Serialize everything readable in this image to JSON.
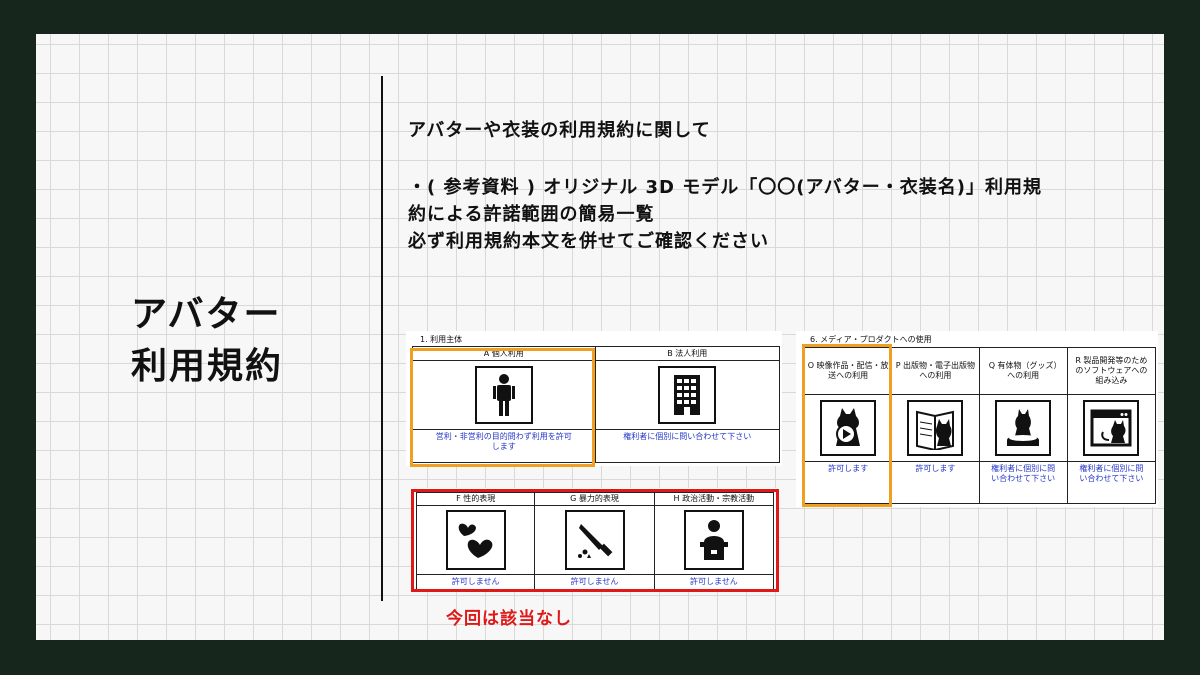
{
  "slide": {
    "side_title_line1": "アバター",
    "side_title_line2": "利用規約",
    "heading": "アバターや衣装の利用規約に関して",
    "body_line1": "・( 参考資料 ) オリジナル 3D モデル「〇〇(アバター・衣装名)」利用規",
    "body_line2": "約による許諾範囲の簡易一覧",
    "body_line3": "必ず利用規約本文を併せてご確認ください",
    "not_applicable": "今回は該当なし"
  },
  "panel1": {
    "caption": "1. 利用主体",
    "columns": [
      {
        "head": "A 個人利用",
        "icon": "person-icon",
        "foot": "営利・非営利の目的問わず利用を許可します"
      },
      {
        "head": "B 法人利用",
        "icon": "building-icon",
        "foot": "権利者に個別に問い合わせて下さい"
      }
    ]
  },
  "panel2": {
    "columns": [
      {
        "head": "F 性的表現",
        "icon": "hearts-icon",
        "foot": "許可しません"
      },
      {
        "head": "G 暴力的表現",
        "icon": "knife-icon",
        "foot": "許可しません"
      },
      {
        "head": "H 政治活動・宗教活動",
        "icon": "podium-icon",
        "foot": "許可しません"
      }
    ]
  },
  "panel3": {
    "caption": "6. メディア・プロダクトへの使用",
    "columns": [
      {
        "head": "O 映像作品・配信・放送への利用",
        "icon": "video-cat-icon",
        "foot": "許可します"
      },
      {
        "head": "P 出版物・電子出版物への利用",
        "icon": "book-cat-icon",
        "foot": "許可します"
      },
      {
        "head": "Q 有体物（グッズ）への利用",
        "icon": "figure-cat-icon",
        "foot": "権利者に個別に問い合わせて下さい"
      },
      {
        "head": "R 製品開発等のためのソフトウェアへの組み込み",
        "icon": "software-cat-icon",
        "foot": "権利者に個別に問い合わせて下さい"
      }
    ]
  },
  "colors": {
    "highlight_orange": "#f0a020",
    "highlight_red": "#e01818",
    "link_blue": "#2435c8"
  }
}
